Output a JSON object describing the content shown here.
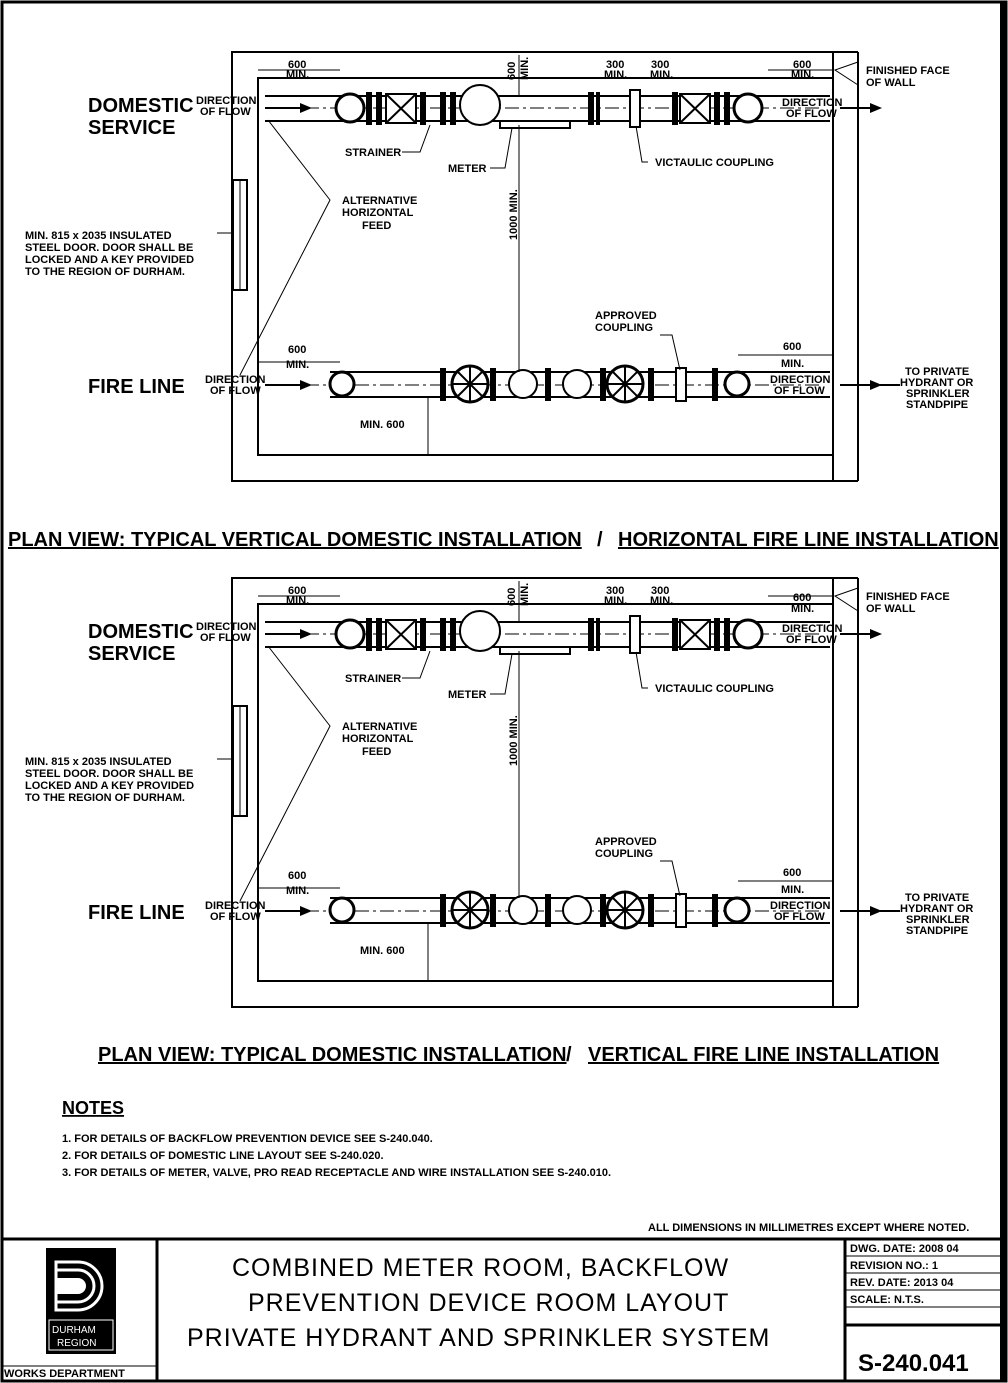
{
  "drawing": {
    "view1_title_left": "PLAN VIEW: TYPICAL VERTICAL DOMESTIC INSTALLATION",
    "view1_title_right": "HORIZONTAL FIRE LINE INSTALLATION",
    "view2_title_left": "PLAN VIEW: TYPICAL DOMESTIC INSTALLATION",
    "view2_title_right": "VERTICAL FIRE LINE INSTALLATION",
    "labels": {
      "domestic_1": "DOMESTIC",
      "domestic_2": "SERVICE",
      "fire_line": "FIRE LINE",
      "direction_1": "DIRECTION",
      "direction_2": "OF FLOW",
      "strainer": "STRAINER",
      "meter": "METER",
      "victaulic": "VICTAULIC COUPLING",
      "alt_1": "ALTERNATIVE",
      "alt_2": "HORIZONTAL",
      "alt_3": "FEED",
      "door_1": "MIN. 815 x 2035 INSULATED",
      "door_2": "STEEL DOOR. DOOR SHALL BE",
      "door_3": "LOCKED AND A KEY PROVIDED",
      "door_4": "TO THE REGION OF DURHAM.",
      "approved_1": "APPROVED",
      "approved_2": "COUPLING",
      "private_1": "TO PRIVATE",
      "private_2": "HYDRANT OR",
      "private_3": "SPRINKLER",
      "private_4": "STANDPIPE",
      "finished_1": "FINISHED FACE",
      "finished_2": "OF WALL",
      "dim_600": "600",
      "dim_min": "MIN.",
      "dim_300": "300",
      "dim_1000": "1000 MIN.",
      "dim_min600": "MIN. 600"
    },
    "notes_heading": "NOTES",
    "notes": [
      "1. FOR DETAILS OF BACKFLOW PREVENTION DEVICE SEE S-240.040.",
      "2. FOR DETAILS OF DOMESTIC LINE LAYOUT SEE S-240.020.",
      "3. FOR DETAILS OF METER, VALVE, PRO READ RECEPTACLE AND WIRE INSTALLATION SEE S-240.010."
    ],
    "dimensions_note": "ALL DIMENSIONS IN MILLIMETRES EXCEPT WHERE NOTED."
  },
  "title_block": {
    "logo_line1": "DURHAM",
    "logo_line2": "REGION",
    "department": "WORKS DEPARTMENT",
    "title_line1": "COMBINED METER ROOM, BACKFLOW",
    "title_line2": "PREVENTION DEVICE ROOM LAYOUT",
    "title_line3": "PRIVATE HYDRANT AND SPRINKLER SYSTEM",
    "dwg_date": "DWG. DATE:  2008 04",
    "revision_no": "REVISION NO.:  1",
    "rev_date": "REV. DATE:  2013 04",
    "scale": "SCALE: N.T.S.",
    "drawing_number": "S-240.041"
  }
}
